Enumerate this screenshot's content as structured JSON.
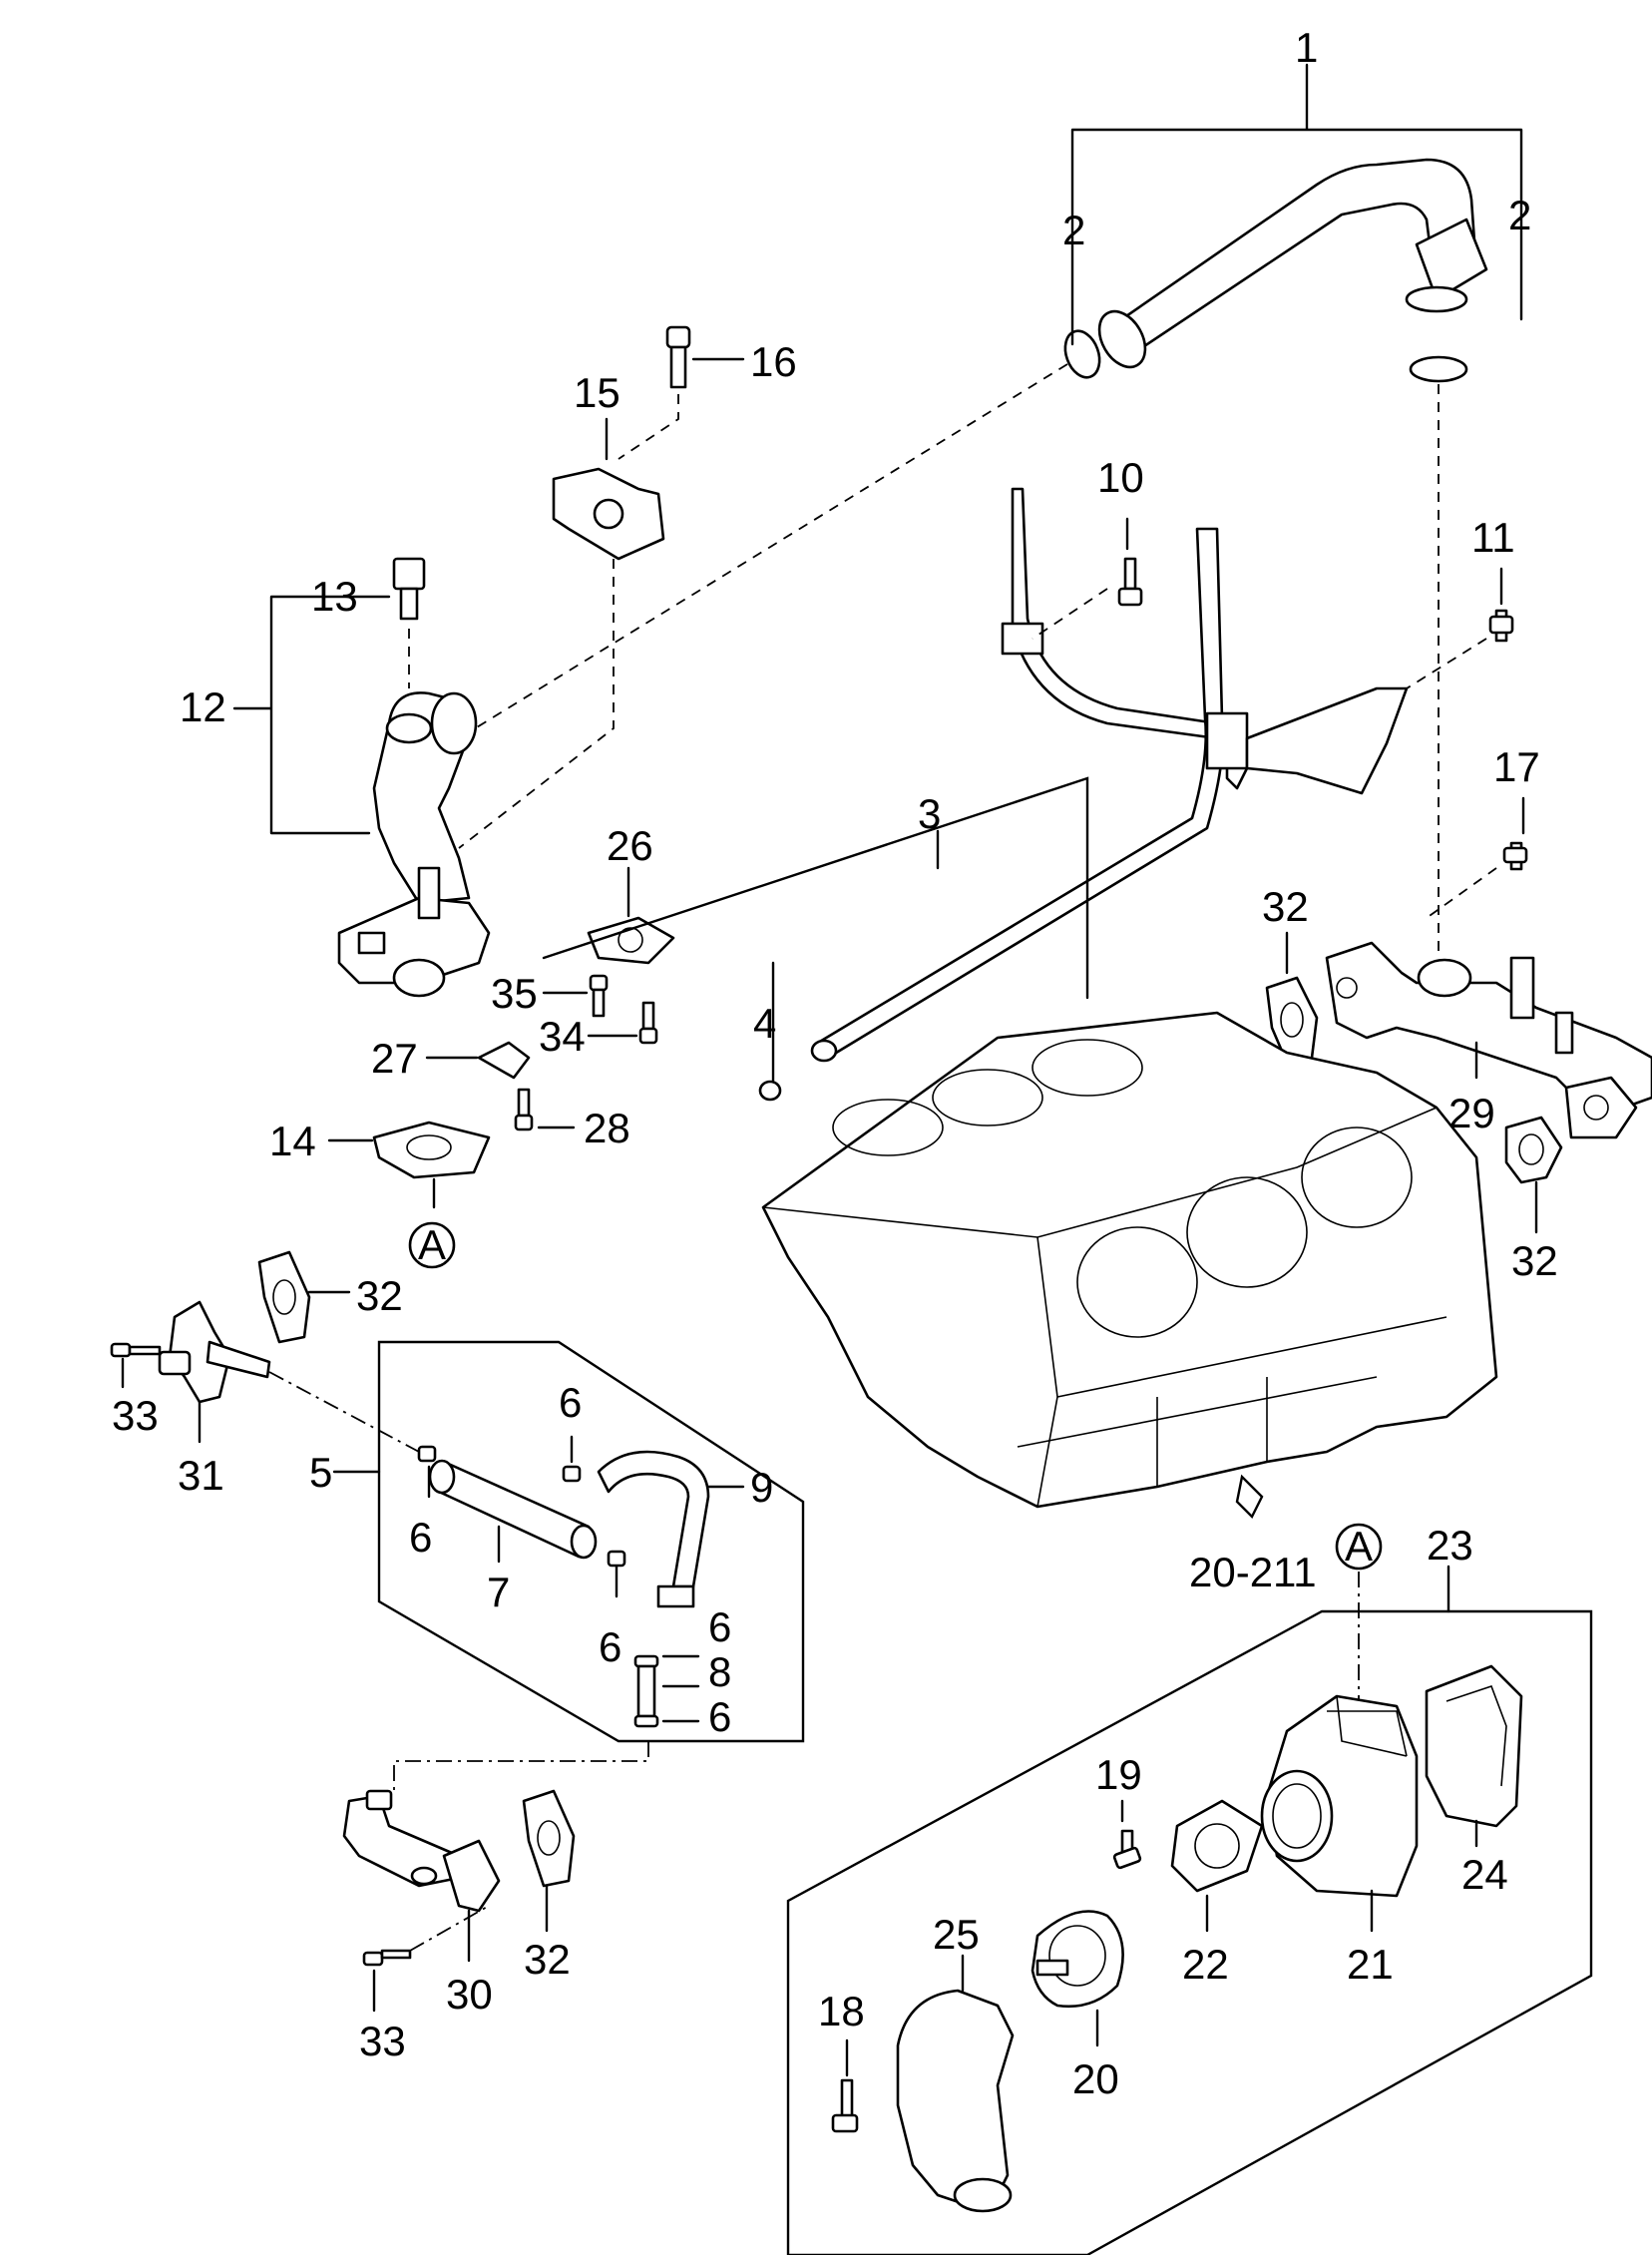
{
  "diagram": {
    "callouts": [
      {
        "id": "c1",
        "text": "1"
      },
      {
        "id": "c2a",
        "text": "2"
      },
      {
        "id": "c2b",
        "text": "2"
      },
      {
        "id": "c3",
        "text": "3"
      },
      {
        "id": "c4",
        "text": "4"
      },
      {
        "id": "c5",
        "text": "5"
      },
      {
        "id": "c6a",
        "text": "6"
      },
      {
        "id": "c6b",
        "text": "6"
      },
      {
        "id": "c6c",
        "text": "6"
      },
      {
        "id": "c6d",
        "text": "6"
      },
      {
        "id": "c6e",
        "text": "6"
      },
      {
        "id": "c7",
        "text": "7"
      },
      {
        "id": "c8",
        "text": "8"
      },
      {
        "id": "c9",
        "text": "9"
      },
      {
        "id": "c10",
        "text": "10"
      },
      {
        "id": "c11",
        "text": "11"
      },
      {
        "id": "c12",
        "text": "12"
      },
      {
        "id": "c13",
        "text": "13"
      },
      {
        "id": "c14",
        "text": "14"
      },
      {
        "id": "c15",
        "text": "15"
      },
      {
        "id": "c16",
        "text": "16"
      },
      {
        "id": "c17",
        "text": "17"
      },
      {
        "id": "c18",
        "text": "18"
      },
      {
        "id": "c19",
        "text": "19"
      },
      {
        "id": "c20",
        "text": "20"
      },
      {
        "id": "c20-211",
        "text": "20-211"
      },
      {
        "id": "c21",
        "text": "21"
      },
      {
        "id": "c22",
        "text": "22"
      },
      {
        "id": "c23",
        "text": "23"
      },
      {
        "id": "c24",
        "text": "24"
      },
      {
        "id": "c25",
        "text": "25"
      },
      {
        "id": "c26",
        "text": "26"
      },
      {
        "id": "c27",
        "text": "27"
      },
      {
        "id": "c28",
        "text": "28"
      },
      {
        "id": "c29",
        "text": "29"
      },
      {
        "id": "c30",
        "text": "30"
      },
      {
        "id": "c31",
        "text": "31"
      },
      {
        "id": "c32a",
        "text": "32"
      },
      {
        "id": "c32b",
        "text": "32"
      },
      {
        "id": "c32c",
        "text": "32"
      },
      {
        "id": "c32d",
        "text": "32"
      },
      {
        "id": "c33a",
        "text": "33"
      },
      {
        "id": "c33b",
        "text": "33"
      },
      {
        "id": "c34",
        "text": "34"
      },
      {
        "id": "c35",
        "text": "35"
      }
    ],
    "reference_markers": [
      {
        "id": "refA1",
        "text": "A"
      },
      {
        "id": "refA2",
        "text": "A"
      }
    ]
  }
}
